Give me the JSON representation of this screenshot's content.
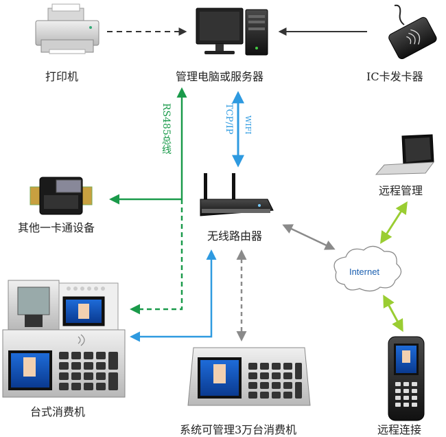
{
  "nodes": {
    "printer": "打印机",
    "server": "管理电脑或服务器",
    "card_issuer": "IC卡发卡器",
    "other_device": "其他一卡通设备",
    "router": "无线路由器",
    "remote_manage": "远程管理",
    "internet": "Internet",
    "desktop_pos": "台式消费机",
    "manage_30k": "系统可管理3万台消费机",
    "remote_connect": "远程连接"
  },
  "links": {
    "rs485": "RS485总线",
    "tcpip": "TCP/IP",
    "wifi": "WIFI"
  },
  "colors": {
    "rs485": "#1a9a4a",
    "tcpip": "#2e9ae0",
    "wifi_arrow": "#9a9a9a",
    "internet_link": "#9acd32",
    "dashed_black": "#333333"
  }
}
